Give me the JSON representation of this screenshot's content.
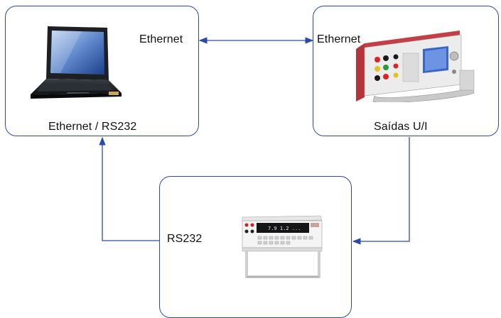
{
  "nodes": {
    "laptop": {
      "label": "Ethernet / RS232",
      "port_label": "Ethernet",
      "icon": "laptop-icon"
    },
    "test_set": {
      "label": "Saídas U/I",
      "port_label": "Ethernet",
      "icon": "test-set-icon"
    },
    "multimeter": {
      "port_label": "RS232",
      "icon": "multimeter-icon",
      "display_text": "7.9 1.2 ..."
    }
  },
  "colors": {
    "border": "#2b4aa8",
    "arrow": "#2b4aa8",
    "text": "#111111"
  }
}
